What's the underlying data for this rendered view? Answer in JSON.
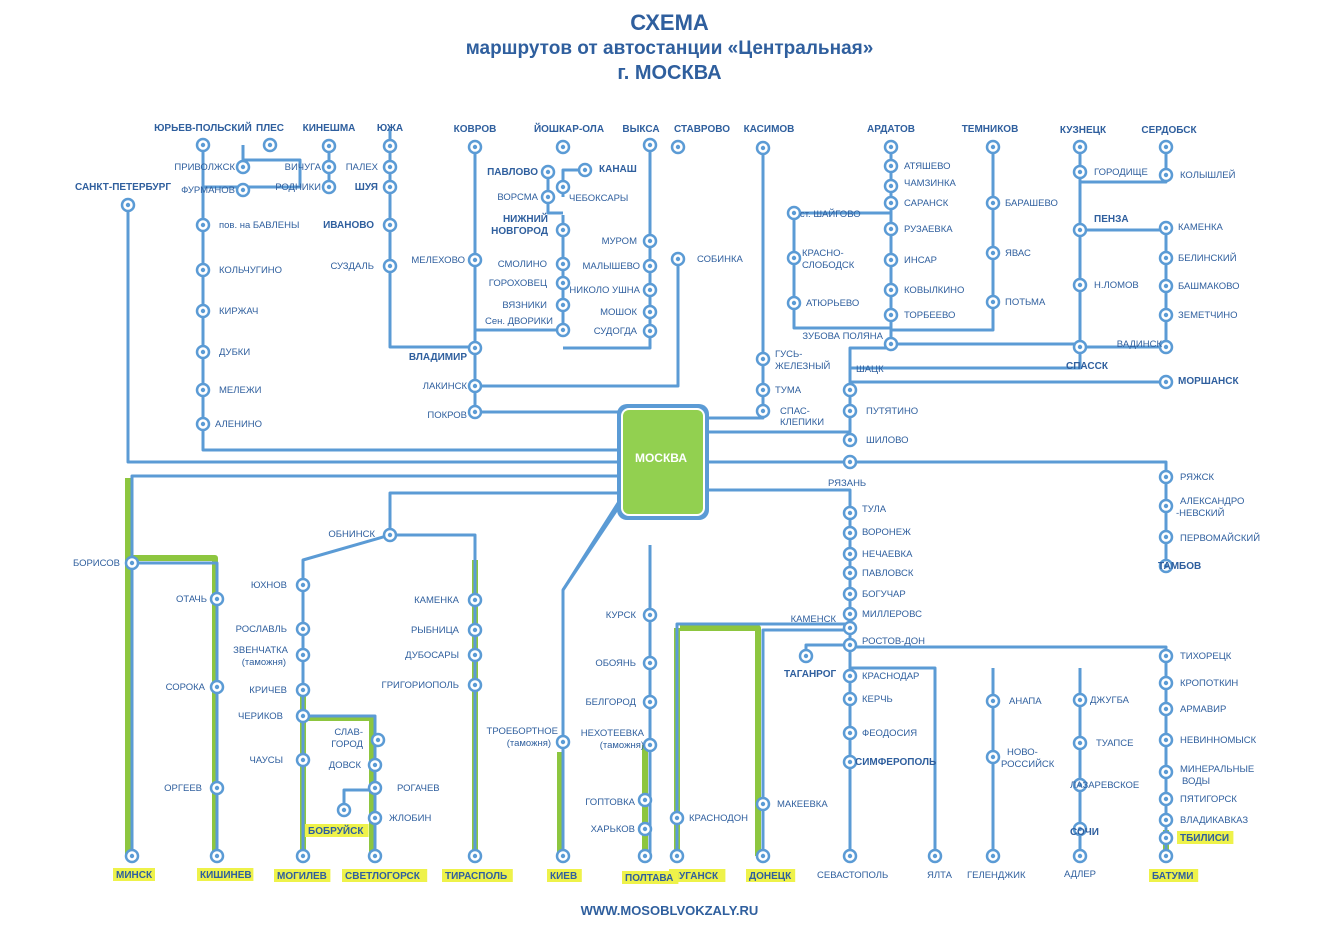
{
  "title": {
    "line1": "СХЕМА",
    "line2": "маршрутов от автостанции «Центральная»",
    "line3": "г. МОСКВА"
  },
  "hub": "МОСКВА",
  "footer": "WWW.MOSOBLVOKZALY.RU",
  "colors": {
    "line": "#5b9bd5",
    "highlight_line": "#8dc63f",
    "hub_fill": "#92d050",
    "text": "#2f5f9e",
    "label_highlight": "#eef24a"
  },
  "stations": [
    {
      "label": "ЮРЬЕВ-ПОЛЬСКИЙ",
      "bold": true
    },
    {
      "label": "ПЛЕС",
      "bold": true
    },
    {
      "label": "КИНЕШМА",
      "bold": true
    },
    {
      "label": "ЮЖА",
      "bold": true
    },
    {
      "label": "КОВРОВ",
      "bold": true
    },
    {
      "label": "ЙОШКАР-ОЛА",
      "bold": true
    },
    {
      "label": "ВЫКСА",
      "bold": true
    },
    {
      "label": "СТАВРОВО",
      "bold": true
    },
    {
      "label": "КАСИМОВ",
      "bold": true
    },
    {
      "label": "АРДАТОВ",
      "bold": true
    },
    {
      "label": "ТЕМНИКОВ",
      "bold": true
    },
    {
      "label": "КУЗНЕЦК",
      "bold": true
    },
    {
      "label": "СЕРДОБСК",
      "bold": true
    },
    {
      "label": "САНКТ-ПЕТЕРБУРГ",
      "bold": true
    },
    {
      "label": "ПРИВОЛЖСК"
    },
    {
      "label": "ФУРМАНОВ"
    },
    {
      "label": "ВИЧУГА"
    },
    {
      "label": "РОДНИКИ"
    },
    {
      "label": "ПАЛЕХ"
    },
    {
      "label": "ШУЯ",
      "bold": true
    },
    {
      "label": "ИВАНОВО",
      "bold": true
    },
    {
      "label": "СУЗДАЛЬ"
    },
    {
      "label": "пов. на БАВЛЕНЫ"
    },
    {
      "label": "КОЛЬЧУГИНО"
    },
    {
      "label": "КИРЖАЧ"
    },
    {
      "label": "ДУБКИ"
    },
    {
      "label": "МЕЛЕЖИ"
    },
    {
      "label": "АЛЕНИНО"
    },
    {
      "label": "ПАВЛОВО",
      "bold": true
    },
    {
      "label": "ВОРСМА"
    },
    {
      "label": "КАНАШ",
      "bold": true
    },
    {
      "label": "ЧЕБОКСАРЫ"
    },
    {
      "label": "НИЖНИЙ",
      "bold": true
    },
    {
      "label": "НОВГОРОД",
      "bold": true
    },
    {
      "label": "МЕЛЕХОВО"
    },
    {
      "label": "СМОЛИНО"
    },
    {
      "label": "ГОРОХОВЕЦ"
    },
    {
      "label": "ВЯЗНИКИ"
    },
    {
      "label": "Сен. ДВОРИКИ"
    },
    {
      "label": "МУРОМ"
    },
    {
      "label": "МАЛЫШЕВО"
    },
    {
      "label": "НИКОЛО УШНА"
    },
    {
      "label": "МОШОК"
    },
    {
      "label": "СУДОГДА"
    },
    {
      "label": "СОБИНКА"
    },
    {
      "label": "ВЛАДИМИР",
      "bold": true
    },
    {
      "label": "ЛАКИНСК"
    },
    {
      "label": "ПОКРОВ"
    },
    {
      "label": "ГУСЬ-"
    },
    {
      "label": "ЖЕЛЕЗНЫЙ"
    },
    {
      "label": "ТУМА"
    },
    {
      "label": "СПАС-"
    },
    {
      "label": "КЛЕПИКИ"
    },
    {
      "label": "АТЯШЕВО"
    },
    {
      "label": "ЧАМЗИНКА"
    },
    {
      "label": "САРАНСК"
    },
    {
      "label": "РУЗАЕВКА"
    },
    {
      "label": "ИНСАР"
    },
    {
      "label": "КОВЫЛКИНО"
    },
    {
      "label": "ТОРБЕЕВО"
    },
    {
      "label": "ЗУБОВА ПОЛЯНА"
    },
    {
      "label": "ст. ШАЙГОВО"
    },
    {
      "label": "КРАСНО-"
    },
    {
      "label": "СЛОБОДСК"
    },
    {
      "label": "АТЮРЬЕВО"
    },
    {
      "label": "БАРАШЕВО"
    },
    {
      "label": "ЯВАС"
    },
    {
      "label": "ПОТЬМА"
    },
    {
      "label": "ГОРОДИЩЕ"
    },
    {
      "label": "КОЛЫШЛЕЙ"
    },
    {
      "label": "ПЕНЗА",
      "bold": true
    },
    {
      "label": "КАМЕНКА"
    },
    {
      "label": "БЕЛИНСКИЙ"
    },
    {
      "label": "Н.ЛОМОВ"
    },
    {
      "label": "БАШМАКОВО"
    },
    {
      "label": "ЗЕМЕТЧИНО"
    },
    {
      "label": "ВАДИНСК"
    },
    {
      "label": "СПАССК",
      "bold": true
    },
    {
      "label": "МОРШАНСК",
      "bold": true
    },
    {
      "label": "ШАЦК"
    },
    {
      "label": "ПУТЯТИНО"
    },
    {
      "label": "ШИЛОВО"
    },
    {
      "label": "РЯЗАНЬ"
    },
    {
      "label": "РЯЖСК"
    },
    {
      "label": "АЛЕКСАНДРО"
    },
    {
      "label": "-НЕВСКИЙ"
    },
    {
      "label": "ПЕРВОМАЙСКИЙ"
    },
    {
      "label": "ТАМБОВ",
      "bold": true
    },
    {
      "label": "ТУЛА"
    },
    {
      "label": "ВОРОНЕЖ"
    },
    {
      "label": "НЕЧАЕВКА"
    },
    {
      "label": "ПАВЛОВСК"
    },
    {
      "label": "БОГУЧАР"
    },
    {
      "label": "МИЛЛЕРОВС"
    },
    {
      "label": "КАМЕНСК"
    },
    {
      "label": "РОСТОВ-ДОН"
    },
    {
      "label": "ТАГАНРОГ",
      "bold": true
    },
    {
      "label": "КРАСНОДАР"
    },
    {
      "label": "КЕРЧЬ"
    },
    {
      "label": "ФЕОДОСИЯ"
    },
    {
      "label": "СИМФЕРОПОЛЬ",
      "bold": true
    },
    {
      "label": "АНАПА"
    },
    {
      "label": "НОВО-"
    },
    {
      "label": "РОССИЙСК"
    },
    {
      "label": "ДЖУГБА"
    },
    {
      "label": "ТУАПСЕ"
    },
    {
      "label": "ЛАЗАРЕВСКОЕ"
    },
    {
      "label": "СОЧИ",
      "bold": true
    },
    {
      "label": "ТИХОРЕЦК"
    },
    {
      "label": "КРОПОТКИН"
    },
    {
      "label": "АРМАВИР"
    },
    {
      "label": "НЕВИННОМЫСК"
    },
    {
      "label": "МИНЕРАЛЬНЫЕ"
    },
    {
      "label": "ВОДЫ"
    },
    {
      "label": "ПЯТИГОРСК"
    },
    {
      "label": "ВЛАДИКАВКАЗ"
    },
    {
      "label": "ТБИЛИСИ",
      "bold": true
    },
    {
      "label": "БАТУМИ",
      "bold": true
    },
    {
      "label": "АДЛЕР"
    },
    {
      "label": "ГЕЛЕНДЖИК"
    },
    {
      "label": "ЯЛТА"
    },
    {
      "label": "СЕВАСТОПОЛЬ"
    },
    {
      "label": "МАКЕЕВКА"
    },
    {
      "label": "ДОНЕЦК",
      "bold": true
    },
    {
      "label": "КРАСНОДОН"
    },
    {
      "label": "ЛУГАНСК",
      "bold": true
    },
    {
      "label": "КУРСК"
    },
    {
      "label": "ОБОЯНЬ"
    },
    {
      "label": "БЕЛГОРОД"
    },
    {
      "label": "НЕХОТЕЕВКА"
    },
    {
      "label": "(таможня)"
    },
    {
      "label": "ГОПТОВКА"
    },
    {
      "label": "ХАРЬКОВ"
    },
    {
      "label": "ПОЛТАВА",
      "bold": true
    },
    {
      "label": "КИЕВ",
      "bold": true
    },
    {
      "label": "ТРОЕБОРТНОЕ"
    },
    {
      "label": "(таможня)"
    },
    {
      "label": "ОБНИНСК"
    },
    {
      "label": "КАМЕНКА"
    },
    {
      "label": "РЫБНИЦА"
    },
    {
      "label": "ДУБОСАРЫ"
    },
    {
      "label": "ГРИГОРИОПОЛЬ"
    },
    {
      "label": "ТИРАСПОЛЬ",
      "bold": true
    },
    {
      "label": "ЮХНОВ"
    },
    {
      "label": "РОСЛАВЛЬ"
    },
    {
      "label": "ЗВЕНЧАТКА"
    },
    {
      "label": "(таможня)"
    },
    {
      "label": "КРИЧЕВ"
    },
    {
      "label": "ЧЕРИКОВ"
    },
    {
      "label": "ЧАУСЫ"
    },
    {
      "label": "СЛАВ-"
    },
    {
      "label": "ГОРОД"
    },
    {
      "label": "ДОВСК"
    },
    {
      "label": "РОГАЧЕВ"
    },
    {
      "label": "ЖЛОБИН"
    },
    {
      "label": "БОБРУЙСК",
      "bold": true
    },
    {
      "label": "МОГИЛЕВ",
      "bold": true
    },
    {
      "label": "СВЕТЛОГОРСК",
      "bold": true
    },
    {
      "label": "БОРИСОВ"
    },
    {
      "label": "ОТАЧЬ"
    },
    {
      "label": "СОРОКА"
    },
    {
      "label": "ОРГЕЕВ"
    },
    {
      "label": "МИНСК",
      "bold": true
    },
    {
      "label": "КИШИНЕВ",
      "bold": true
    }
  ]
}
